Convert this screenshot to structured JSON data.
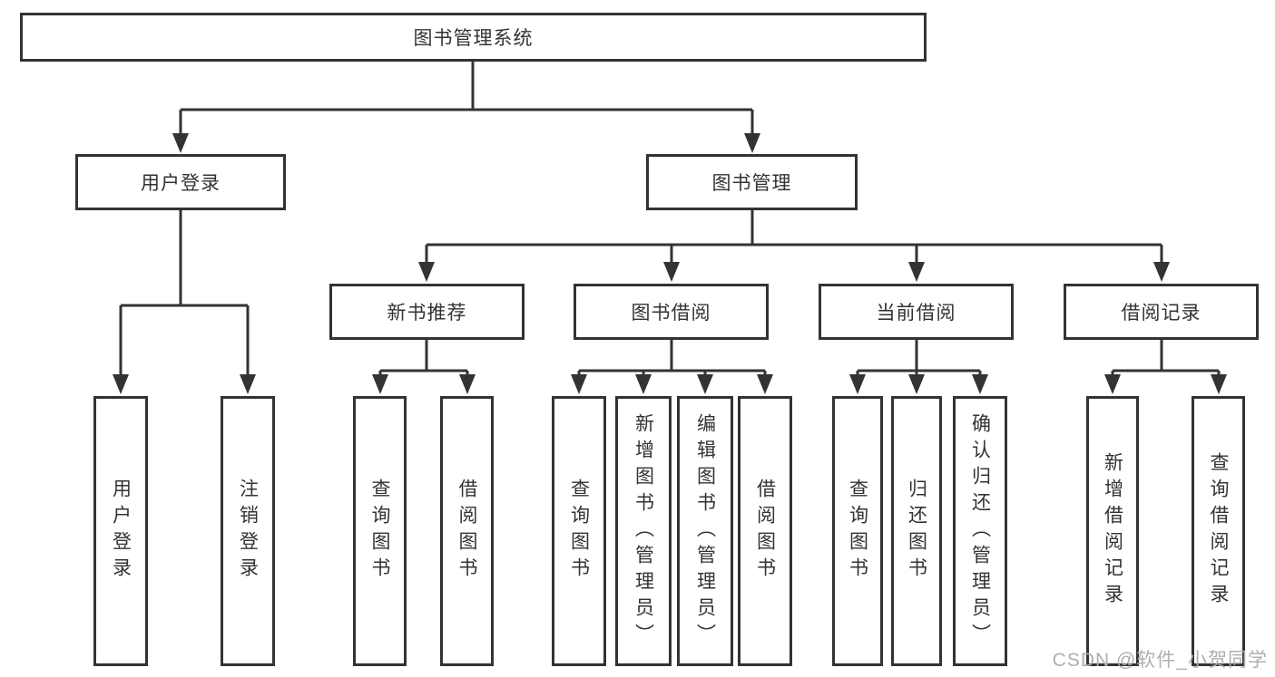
{
  "diagram": {
    "tree": {
      "label": "图书管理系统",
      "children": [
        {
          "label": "用户登录",
          "children": [
            {
              "label": "用户登录"
            },
            {
              "label": "注销登录"
            }
          ]
        },
        {
          "label": "图书管理",
          "children": [
            {
              "label": "新书推荐",
              "children": [
                {
                  "label": "查询图书"
                },
                {
                  "label": "借阅图书"
                }
              ]
            },
            {
              "label": "图书借阅",
              "children": [
                {
                  "label": "查询图书"
                },
                {
                  "label": "新增图书（管理员）"
                },
                {
                  "label": "编辑图书（管理员）"
                },
                {
                  "label": "借阅图书"
                }
              ]
            },
            {
              "label": "当前借阅",
              "children": [
                {
                  "label": "查询图书"
                },
                {
                  "label": "归还图书"
                },
                {
                  "label": "确认归还（管理员）"
                }
              ]
            },
            {
              "label": "借阅记录",
              "children": [
                {
                  "label": "新增借阅记录"
                },
                {
                  "label": "查询借阅记录"
                }
              ]
            }
          ]
        }
      ]
    }
  },
  "watermark": {
    "text": "CSDN @软件_小贺同学"
  },
  "colors": {
    "line": "#333333",
    "box_border": "#333333",
    "text": "#333333",
    "background": "#ffffff",
    "watermark": "#b0aeae"
  }
}
